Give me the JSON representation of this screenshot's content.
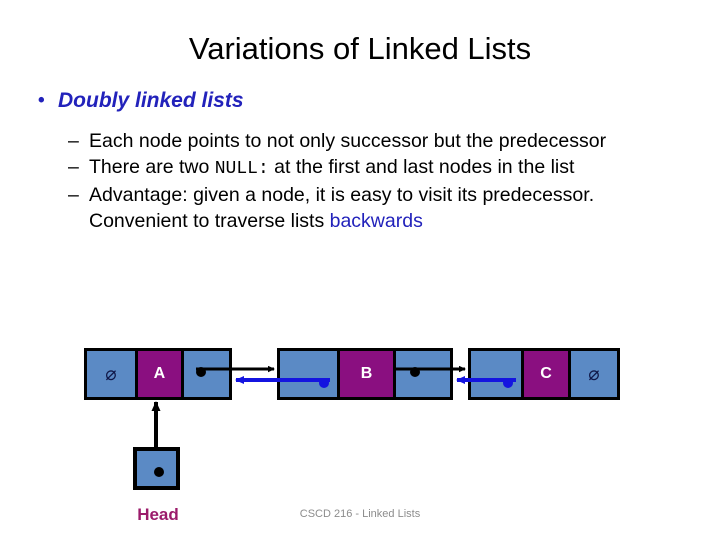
{
  "slide": {
    "title": "Variations of Linked Lists",
    "footer": "CSCD 216 - Linked Lists",
    "bullet_marker": "•",
    "dash_marker": "–"
  },
  "level1": {
    "label": "Doubly linked lists",
    "color": "#2222BB"
  },
  "level2": [
    {
      "id": "successor-predecessor",
      "pre": "Each node points to not only successor but the predecessor",
      "mono": "",
      "post": "",
      "tail_blue": ""
    },
    {
      "id": "two-nulls",
      "pre": "There are two ",
      "mono": "NULL:",
      "post": "  at the first and last nodes in the list",
      "tail_blue": ""
    },
    {
      "id": "advantage-backwards",
      "pre": "Advantage: given a node, it is easy to visit its predecessor. Convenient to traverse lists ",
      "mono": "",
      "post": "",
      "tail_blue": "backwards"
    }
  ],
  "diagram": {
    "colors": {
      "link_cell": "#5B8AC5",
      "data_cell": "#8A0F80",
      "border": "#000000",
      "next_arrow": "#000000",
      "prev_arrow": "#1414E0",
      "head_label": "#9B1B6B"
    },
    "null_glyph": "⌀",
    "nodes": [
      {
        "id": "node-a",
        "prev": "⌀",
        "data": "A",
        "next": "dot"
      },
      {
        "id": "node-b",
        "prev": "dot",
        "data": "B",
        "next": "dot"
      },
      {
        "id": "node-c",
        "prev": "dot",
        "data": "C",
        "next": "⌀"
      }
    ],
    "head": {
      "label": "Head",
      "pointer": "dot"
    }
  }
}
